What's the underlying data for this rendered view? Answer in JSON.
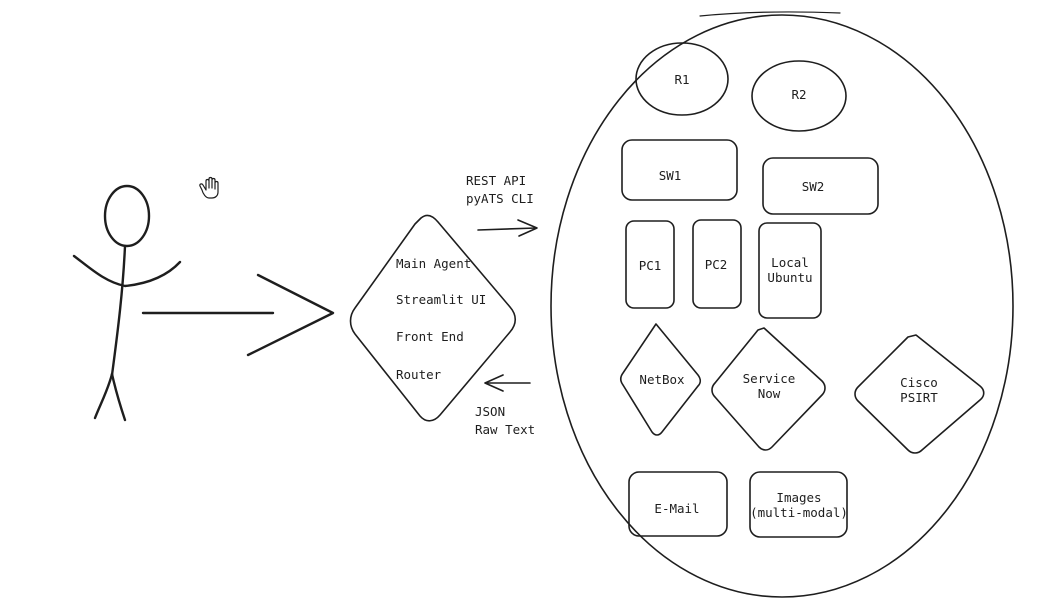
{
  "diagram": {
    "router_lines": [
      "Main Agent",
      "Streamlit UI",
      "Front End",
      "Router"
    ],
    "request_label": [
      "REST API",
      "pyATS CLI"
    ],
    "response_label": [
      "JSON",
      "Raw Text"
    ],
    "nodes": {
      "r1": "R1",
      "r2": "R2",
      "sw1": "SW1",
      "sw2": "SW2",
      "pc1": "PC1",
      "pc2": "PC2",
      "local_ubuntu": "Local\nUbuntu",
      "netbox": "NetBox",
      "service_now": "Service\nNow",
      "cisco_psirt": "Cisco\nPSIRT",
      "email": "E-Mail",
      "images": "Images\n(multi-modal)"
    },
    "icons": {
      "cursor": "hand-cursor-icon"
    },
    "colors": {
      "stroke": "#1e1e1e",
      "background": "#ffffff"
    }
  }
}
